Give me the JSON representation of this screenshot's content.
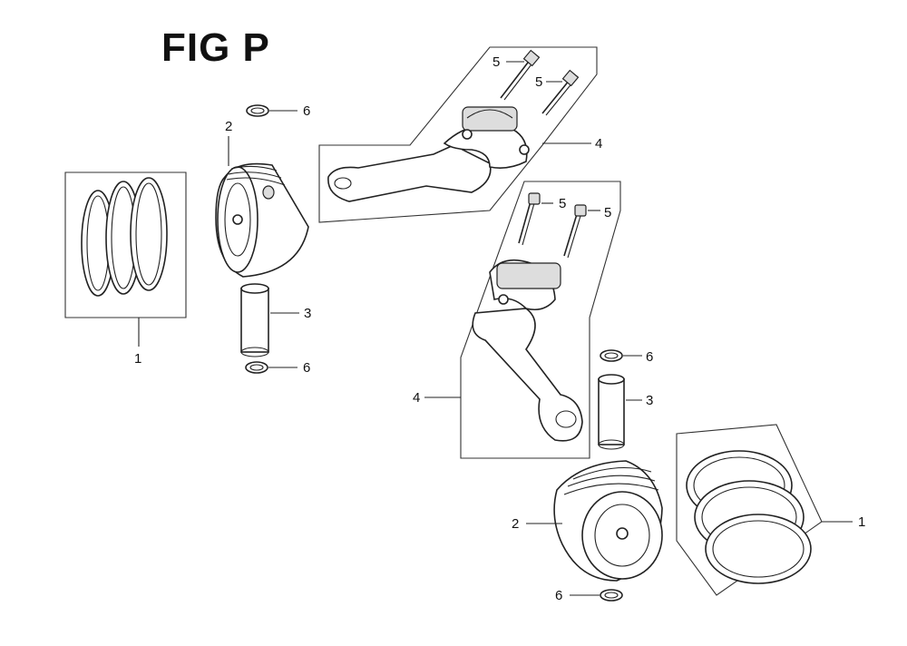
{
  "figure": {
    "title": "FIG P"
  },
  "callouts": {
    "rings_left": "1",
    "rings_right": "1",
    "piston_left": "2",
    "piston_right": "2",
    "pin_left": "3",
    "pin_right": "3",
    "rod_top": "4",
    "rod_right": "4",
    "bolt_top_a": "5",
    "bolt_top_b": "5",
    "bolt_mid_a": "5",
    "bolt_mid_b": "5",
    "clip_left_top": "6",
    "clip_left_bottom": "6",
    "clip_right_top": "6",
    "clip_right_bottom": "6"
  }
}
